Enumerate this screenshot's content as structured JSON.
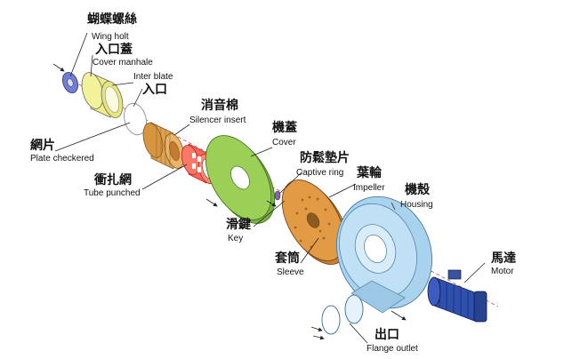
{
  "parts": [
    {
      "id": "wing_bolt",
      "zh": "蝴蝶螺絲",
      "en": "Wing holt",
      "color": "#6f7fd8"
    },
    {
      "id": "cover_manhole",
      "zh": "入口蓋",
      "en": "Cover manhale",
      "color": "#eeee86"
    },
    {
      "id": "inlet",
      "zh": "入口",
      "en": "Inter blate"
    },
    {
      "id": "plate_checkered",
      "zh": "網片",
      "en": "Plate checkered"
    },
    {
      "id": "silencer_insert",
      "zh": "消音棉",
      "en": "Silencer insert",
      "color": "#e0a350"
    },
    {
      "id": "tube_punched",
      "zh": "衝扎網",
      "en": "Tube punched",
      "color": "#ff6655"
    },
    {
      "id": "cover",
      "zh": "機蓋",
      "en": "Cover",
      "color": "#9ccf55"
    },
    {
      "id": "captive_ring",
      "zh": "防鬆墊片",
      "en": "Captive ring"
    },
    {
      "id": "impeller",
      "zh": "葉輪",
      "en": "Impeller",
      "color": "#e29a45"
    },
    {
      "id": "key",
      "zh": "滑鍵",
      "en": "Key"
    },
    {
      "id": "housing",
      "zh": "機殼",
      "en": "Housing",
      "color": "#a9d2ee"
    },
    {
      "id": "sleeve",
      "zh": "套筒",
      "en": "Sleeve"
    },
    {
      "id": "motor",
      "zh": "馬達",
      "en": "Motor",
      "color": "#2f4fae"
    },
    {
      "id": "flange_outlet",
      "zh": "出口",
      "en": "Flange outlet"
    }
  ]
}
